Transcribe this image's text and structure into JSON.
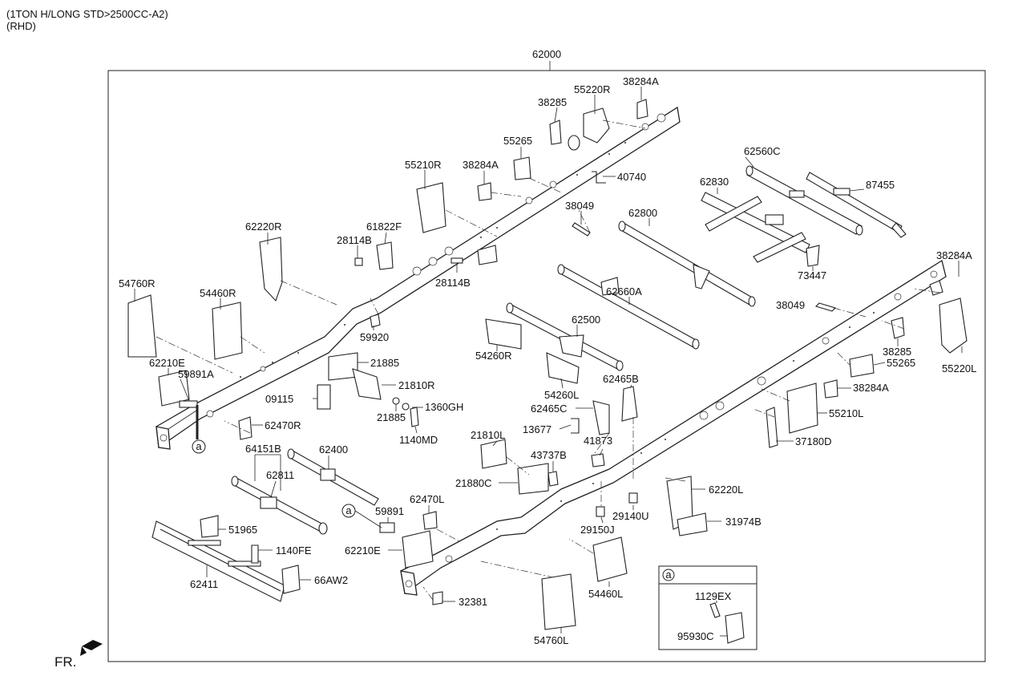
{
  "header": {
    "line1": "(1TON H/LONG STD>2500CC-A2)",
    "line2": "(RHD)"
  },
  "direction": "FR.",
  "main_part": "62000",
  "callouts": [
    {
      "id": "c-62000",
      "text": "62000"
    },
    {
      "id": "c-55220R",
      "text": "55220R"
    },
    {
      "id": "c-38284A-top",
      "text": "38284A"
    },
    {
      "id": "c-38285-top",
      "text": "38285"
    },
    {
      "id": "c-55265-top",
      "text": "55265"
    },
    {
      "id": "c-55210R",
      "text": "55210R"
    },
    {
      "id": "c-38284A-mid",
      "text": "38284A"
    },
    {
      "id": "c-40740",
      "text": "40740"
    },
    {
      "id": "c-62560C",
      "text": "62560C"
    },
    {
      "id": "c-62830",
      "text": "62830"
    },
    {
      "id": "c-87455",
      "text": "87455"
    },
    {
      "id": "c-38049-top",
      "text": "38049"
    },
    {
      "id": "c-62800",
      "text": "62800"
    },
    {
      "id": "c-62220R",
      "text": "62220R"
    },
    {
      "id": "c-61822F",
      "text": "61822F"
    },
    {
      "id": "c-28114B-a",
      "text": "28114B"
    },
    {
      "id": "c-28114B-b",
      "text": "28114B"
    },
    {
      "id": "c-73447",
      "text": "73447"
    },
    {
      "id": "c-38284A-right",
      "text": "38284A"
    },
    {
      "id": "c-54760R",
      "text": "54760R"
    },
    {
      "id": "c-54460R",
      "text": "54460R"
    },
    {
      "id": "c-62660A",
      "text": "62660A"
    },
    {
      "id": "c-38049-right",
      "text": "38049"
    },
    {
      "id": "c-59920",
      "text": "59920"
    },
    {
      "id": "c-62500",
      "text": "62500"
    },
    {
      "id": "c-54260R",
      "text": "54260R"
    },
    {
      "id": "c-38285-right",
      "text": "38285"
    },
    {
      "id": "c-55265-right",
      "text": "55265"
    },
    {
      "id": "c-55220L",
      "text": "55220L"
    },
    {
      "id": "c-62210E-top",
      "text": "62210E"
    },
    {
      "id": "c-59891A",
      "text": "59891A"
    },
    {
      "id": "c-21885-a",
      "text": "21885"
    },
    {
      "id": "c-21810R",
      "text": "21810R"
    },
    {
      "id": "c-09115",
      "text": "09115"
    },
    {
      "id": "c-21885-b",
      "text": "21885"
    },
    {
      "id": "c-1360GH",
      "text": "1360GH"
    },
    {
      "id": "c-1140MD",
      "text": "1140MD"
    },
    {
      "id": "c-54260L",
      "text": "54260L"
    },
    {
      "id": "c-62465B",
      "text": "62465B"
    },
    {
      "id": "c-62465C",
      "text": "62465C"
    },
    {
      "id": "c-38284A-low",
      "text": "38284A"
    },
    {
      "id": "c-55210L",
      "text": "55210L"
    },
    {
      "id": "c-62470R",
      "text": "62470R"
    },
    {
      "id": "c-13677",
      "text": "13677"
    },
    {
      "id": "c-21810L",
      "text": "21810L"
    },
    {
      "id": "c-41873",
      "text": "41873"
    },
    {
      "id": "c-37180D",
      "text": "37180D"
    },
    {
      "id": "c-64151B",
      "text": "64151B"
    },
    {
      "id": "c-62400",
      "text": "62400"
    },
    {
      "id": "c-43737B",
      "text": "43737B"
    },
    {
      "id": "c-62811",
      "text": "62811"
    },
    {
      "id": "c-21880C",
      "text": "21880C"
    },
    {
      "id": "c-62220L",
      "text": "62220L"
    },
    {
      "id": "c-62470L",
      "text": "62470L"
    },
    {
      "id": "c-59891",
      "text": "59891"
    },
    {
      "id": "c-29140U",
      "text": "29140U"
    },
    {
      "id": "c-31974B",
      "text": "31974B"
    },
    {
      "id": "c-51965",
      "text": "51965"
    },
    {
      "id": "c-29150J",
      "text": "29150J"
    },
    {
      "id": "c-1140FE",
      "text": "1140FE"
    },
    {
      "id": "c-62210E-low",
      "text": "62210E"
    },
    {
      "id": "c-62411",
      "text": "62411"
    },
    {
      "id": "c-66AW2",
      "text": "66AW2"
    },
    {
      "id": "c-54460L",
      "text": "54460L"
    },
    {
      "id": "c-1129EX",
      "text": "1129EX"
    },
    {
      "id": "c-32381",
      "text": "32381"
    },
    {
      "id": "c-95930C",
      "text": "95930C"
    },
    {
      "id": "c-54760L",
      "text": "54760L"
    }
  ],
  "refs": {
    "a_main": "a",
    "a_left": "a",
    "a_inset": "a"
  },
  "colors": {
    "line": "#222222",
    "background": "#ffffff"
  }
}
